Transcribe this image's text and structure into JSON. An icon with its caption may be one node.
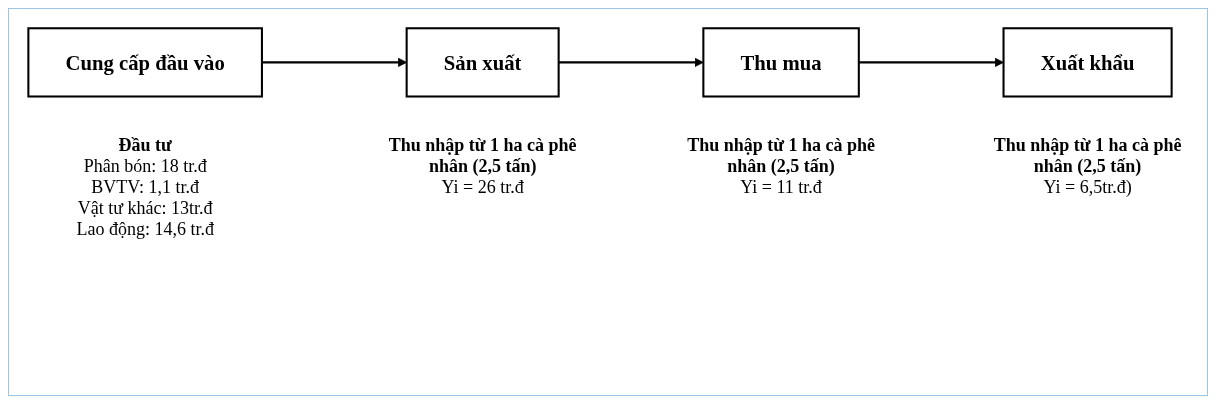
{
  "diagram": {
    "nodes": [
      {
        "text": [
          "Cung cấp đầu vào"
        ],
        "beside": [
          "Đầu tư",
          "Phân bón: 18 tr.đ",
          "BVTV: 1,1 tr.đ",
          "Vật tư khác: 13tr.đ",
          "Lao động: 14,6 tr.đ"
        ]
      },
      {
        "text": [
          "Sản xuất"
        ],
        "beside": [
          "Thu nhập từ 1 ha cà phê nhân (2,5 tấn)",
          "Yi = 26 tr.đ"
        ]
      },
      {
        "text": [
          "Thu mua"
        ],
        "beside": [
          "Thu nhập từ 1 ha cà phê nhân (2,5 tấn)",
          "Yi = 11 tr.đ"
        ]
      },
      {
        "text": [
          "Xuất khẩu"
        ],
        "beside": [
          "Thu nhập từ 1 ha cà phê nhân (2,5 tấn)",
          "Yi = 6,5tr.đ)"
        ]
      }
    ],
    "edges": [
      {
        "from": 0,
        "to": 1,
        "arrow": "to"
      },
      {
        "from": 1,
        "to": 2,
        "arrow": "to"
      },
      {
        "from": 2,
        "to": 3,
        "arrow": "to"
      }
    ]
  }
}
